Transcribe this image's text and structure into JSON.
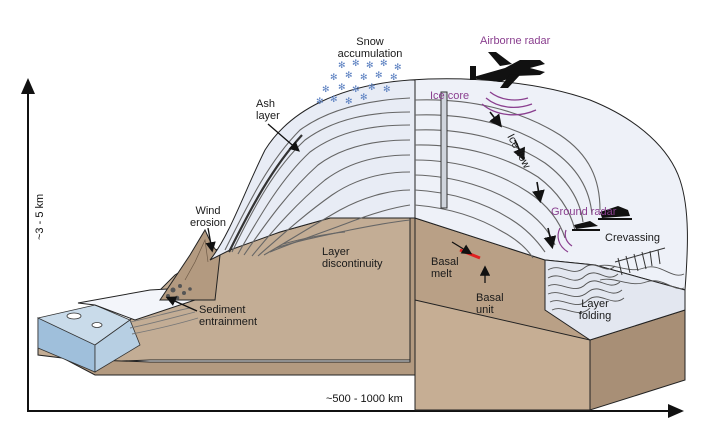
{
  "axes": {
    "y_label": "~3 - 5 km",
    "x_label": "~500 - 1000 km"
  },
  "labels": {
    "snow_accumulation": [
      "Snow",
      "accumulation"
    ],
    "airborne_radar": "Airborne radar",
    "ash_layer": [
      "Ash",
      "layer"
    ],
    "ice_core": "Ice core",
    "ice_flow": "Ice flow",
    "wind_erosion": [
      "Wind",
      "erosion"
    ],
    "ground_radar": "Ground radar",
    "crevassing": "Crevassing",
    "layer_discontinuity": [
      "Layer",
      "discontinuity"
    ],
    "basal_melt": [
      "Basal",
      "melt"
    ],
    "basal_unit": [
      "Basal",
      "unit"
    ],
    "layer_folding": [
      "Layer",
      "folding"
    ],
    "sediment_entrainment": [
      "Sediment",
      "entrainment"
    ]
  },
  "colors": {
    "ice": "#eef1f8",
    "bedrock": "#bfa88f",
    "bedrock_dark": "#a88f76",
    "water": "#a9c6df",
    "layers": "#6a6a6a",
    "radar": "#8a3f8f",
    "basal_melt": "#e02020"
  }
}
